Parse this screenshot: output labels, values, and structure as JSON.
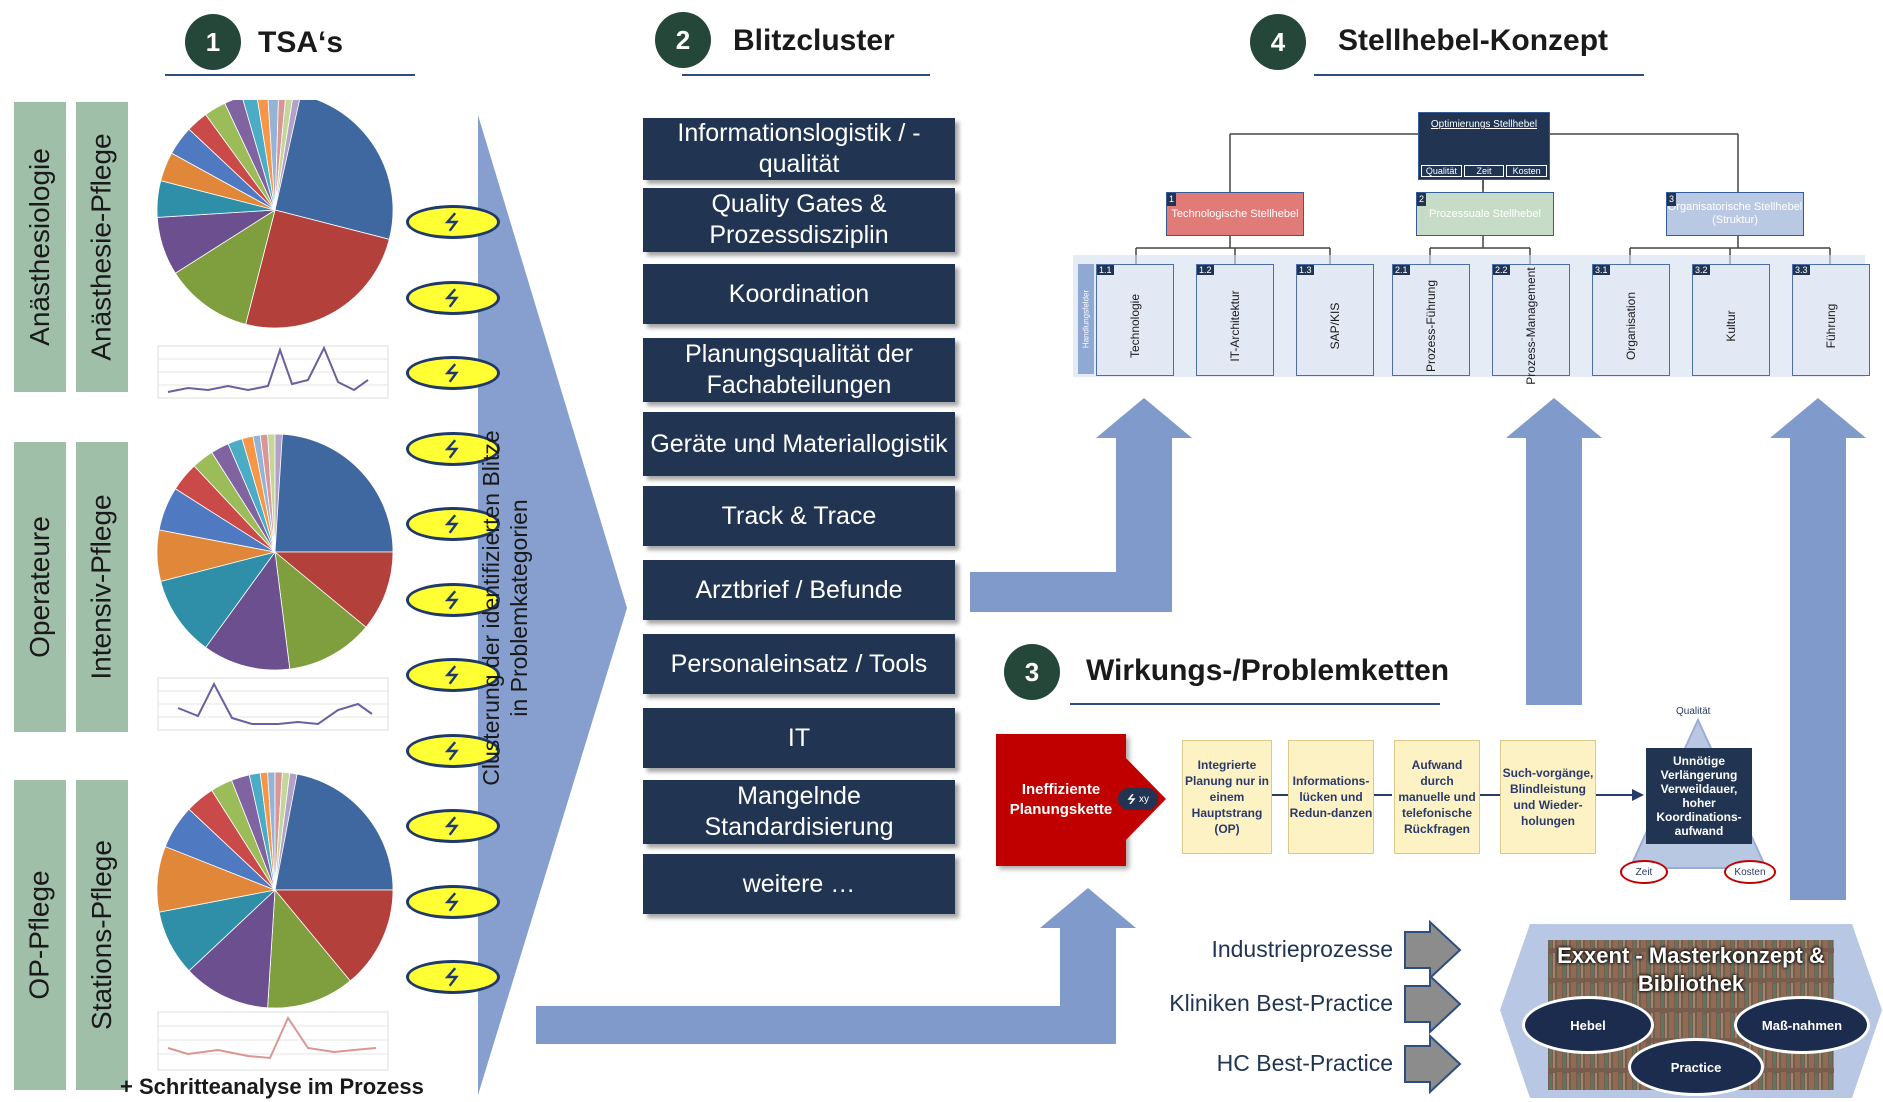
{
  "sections": {
    "s1": {
      "num": "1",
      "title": "TSA‘s"
    },
    "s2": {
      "num": "2",
      "title": "Blitzcluster"
    },
    "s3": {
      "num": "3",
      "title": "Wirkungs-/Problemketten"
    },
    "s4": {
      "num": "4",
      "title": "Stellhebel-Konzept"
    }
  },
  "tsa": {
    "outer_tabs": [
      "Anästhesiologie",
      "Operateure",
      "OP-Pflege"
    ],
    "inner_tabs": [
      "Anästhesie-Pflege",
      "Intensiv-Pflege",
      "Stations-Pflege"
    ],
    "footnote": "+ Schritteanalyse im Prozess"
  },
  "pie_colors": [
    "#3f67a0",
    "#b3403a",
    "#7f9f3e",
    "#6b4f8e",
    "#2f8ea8",
    "#e0873a",
    "#4f79c0",
    "#c94a48",
    "#9cbb59",
    "#8064a2",
    "#4bacc6",
    "#f79646",
    "#95b3d7",
    "#d99694",
    "#c3d69b",
    "#b2a2c7"
  ],
  "clustering_text": [
    "Clusterung der identifizierten Blitze",
    "in Problemkategorien"
  ],
  "categories": [
    "Informationslogistik / -qualität",
    "Quality Gates & Prozessdisziplin",
    "Koordination",
    "Planungsqualität der Fachabteilungen",
    "Geräte und Materiallogistik",
    "Track & Trace",
    "Arztbrief / Befunde",
    "Personaleinsatz / Tools",
    "IT",
    "Mangelnde Standardisierung",
    "weitere …"
  ],
  "stellhebel": {
    "root": "Optimierungs Stellhebel",
    "root_sub": [
      "Qualität",
      "Zeit",
      "Kosten"
    ],
    "levers": [
      {
        "num": "1",
        "label": "Technologische Stellhebel",
        "color": "#e07b78"
      },
      {
        "num": "2",
        "label": "Prozessuale Stellhebel",
        "color": "#c6dcc6"
      },
      {
        "num": "3",
        "label": "Organisatorische Stellhebel (Struktur)",
        "color": "#b9c9e4"
      }
    ],
    "side_label": "Handlungsfelder",
    "sub": [
      {
        "num": "1.1",
        "label": "Technologie"
      },
      {
        "num": "1.2",
        "label": "IT-Architektur"
      },
      {
        "num": "1.3",
        "label": "SAP/KIS"
      },
      {
        "num": "2.1",
        "label": "Prozess-Führung"
      },
      {
        "num": "2.2",
        "label": "Prozess-Management"
      },
      {
        "num": "3.1",
        "label": "Organisation"
      },
      {
        "num": "3.2",
        "label": "Kultur"
      },
      {
        "num": "3.3",
        "label": "Führung"
      }
    ]
  },
  "chain": {
    "start": "Ineffiziente Planungskette",
    "bolt_label": "xy",
    "steps": [
      "Integrierte Planung nur in einem Hauptstrang (OP)",
      "Informations-lücken und Redun-danzen",
      "Aufwand durch manuelle und telefonische Rückfragen",
      "Such-vorgänge, Blindleistung und Wieder-holungen"
    ],
    "result": "Unnötige Verlängerung Verweildauer, hoher Koordinations-aufwand",
    "triangle": {
      "top": "Qualität",
      "left": "Zeit",
      "right": "Kosten"
    }
  },
  "sources": [
    "Industrieprozesse",
    "Kliniken Best-Practice",
    "HC Best-Practice"
  ],
  "exxent": {
    "title": "Exxent - Masterkonzept & Bibliothek",
    "ovals": [
      "Hebel",
      "Maß-nahmen",
      "Practice"
    ]
  }
}
